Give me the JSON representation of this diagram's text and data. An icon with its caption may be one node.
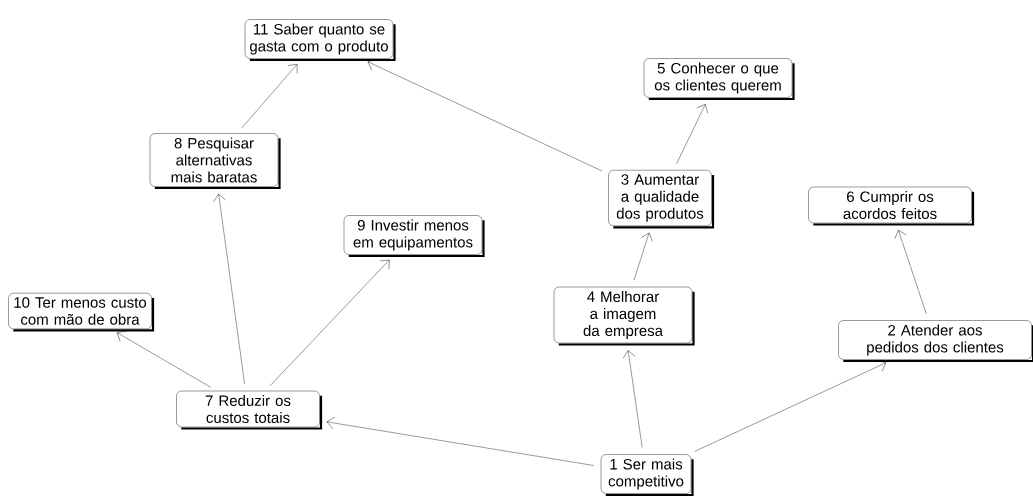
{
  "diagram": {
    "nodes": [
      {
        "text": [
          "1 Ser mais competitivo"
        ]
      },
      {
        "text": [
          "2 Atender aos pedidos dos clientes"
        ]
      },
      {
        "text": [
          "3 Aumentar a qualidade dos produtos"
        ]
      },
      {
        "text": [
          "4 Melhorar a imagem da empresa"
        ]
      },
      {
        "text": [
          "5 Conhecer o que os clientes querem"
        ]
      },
      {
        "text": [
          "6 Cumprir os acordos feitos"
        ]
      },
      {
        "text": [
          "7 Reduzir os custos totais"
        ]
      },
      {
        "text": [
          "8 Pesquisar alternativas mais baratas"
        ]
      },
      {
        "text": [
          "9 Investir menos em equipamentos"
        ]
      },
      {
        "text": [
          "10 Ter menos custo com mão de obra"
        ]
      },
      {
        "text": [
          "11 Saber quanto se gasta com o produto"
        ]
      }
    ],
    "edges": [
      {
        "from": 0,
        "to": 6,
        "arrow": "to"
      },
      {
        "from": 0,
        "to": 3,
        "arrow": "to"
      },
      {
        "from": 0,
        "to": 1,
        "arrow": "to"
      },
      {
        "from": 1,
        "to": 5,
        "arrow": "to"
      },
      {
        "from": 3,
        "to": 2,
        "arrow": "to"
      },
      {
        "from": 2,
        "to": 4,
        "arrow": "to"
      },
      {
        "from": 2,
        "to": 10,
        "arrow": "to"
      },
      {
        "from": 6,
        "to": 9,
        "arrow": "to"
      },
      {
        "from": 6,
        "to": 7,
        "arrow": "to"
      },
      {
        "from": 6,
        "to": 8,
        "arrow": "to"
      },
      {
        "from": 7,
        "to": 10,
        "arrow": "to"
      }
    ]
  }
}
